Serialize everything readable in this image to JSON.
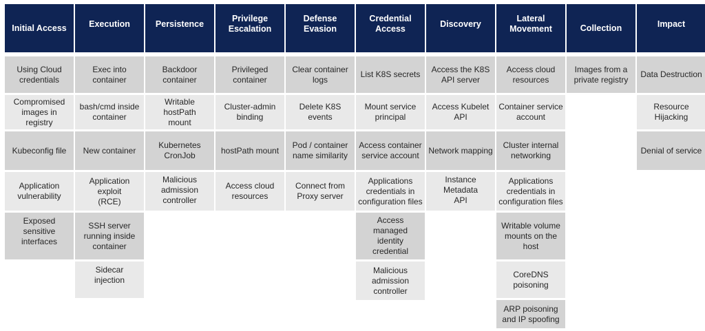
{
  "matrix": {
    "columns": [
      {
        "header": "Initial Access",
        "items": [
          "Using Cloud\ncredentials",
          "Compromised\nimages in registry",
          "Kubeconfig file",
          "Application\nvulnerability",
          "Exposed sensitive\ninterfaces"
        ]
      },
      {
        "header": "Execution",
        "items": [
          "Exec into\ncontainer",
          "bash/cmd inside\ncontainer",
          "New container",
          "Application exploit\n(RCE)",
          "SSH server\nrunning inside\ncontainer",
          "Sidecar\ninjection"
        ]
      },
      {
        "header": "Persistence",
        "items": [
          "Backdoor\ncontainer",
          "Writable hostPath\nmount",
          "Kubernetes\nCronJob",
          "Malicious\nadmission\ncontroller"
        ]
      },
      {
        "header": "Privilege\nEscalation",
        "items": [
          "Privileged\ncontainer",
          "Cluster-admin\nbinding",
          "hostPath mount",
          "Access cloud\nresources"
        ]
      },
      {
        "header": "Defense\nEvasion",
        "items": [
          "Clear container\nlogs",
          "Delete K8S events",
          "Pod / container\nname similarity",
          "Connect from\nProxy server"
        ]
      },
      {
        "header": "Credential\nAccess",
        "items": [
          "List K8S secrets",
          "Mount service\nprincipal",
          "Access container\nservice account",
          "Applications\ncredentials in\nconfiguration files",
          "Access\nmanaged\nidentity\ncredential",
          "Malicious\nadmission\ncontroller"
        ]
      },
      {
        "header": "Discovery",
        "items": [
          "Access the K8S\nAPI server",
          "Access Kubelet\nAPI",
          "Network mapping",
          "Instance Metadata\nAPI"
        ]
      },
      {
        "header": "Lateral\nMovement",
        "items": [
          "Access cloud\nresources",
          "Container service\naccount",
          "Cluster internal\nnetworking",
          "Applications\ncredentials in\nconfiguration files",
          "Writable volume\nmounts on the\nhost",
          "CoreDNS\npoisoning",
          "ARP poisoning\nand IP spoofing"
        ]
      },
      {
        "header": "Collection",
        "items": [
          "Images from a\nprivate registry"
        ]
      },
      {
        "header": "Impact",
        "items": [
          "Data Destruction",
          "Resource\nHijacking",
          "Denial of service"
        ]
      }
    ]
  }
}
